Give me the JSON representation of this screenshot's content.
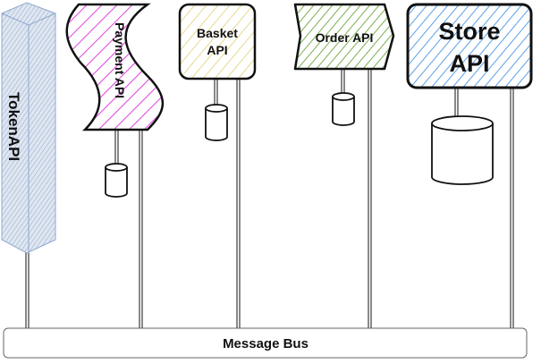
{
  "diagram": {
    "services": [
      {
        "name": "TokenAPI",
        "color": "#8fa8cf"
      },
      {
        "name": "Payment API",
        "color": "#e040e0"
      },
      {
        "name": "Basket API",
        "color": "#e8d890"
      },
      {
        "name": "Order API",
        "color": "#7ab050"
      },
      {
        "name": "Store API",
        "color": "#5aa0e8"
      }
    ],
    "store_api_line1": "Store",
    "store_api_line2": "API",
    "basket_api_line1": "Basket",
    "basket_api_line2": "API",
    "bus": {
      "label": "Message Bus"
    }
  }
}
